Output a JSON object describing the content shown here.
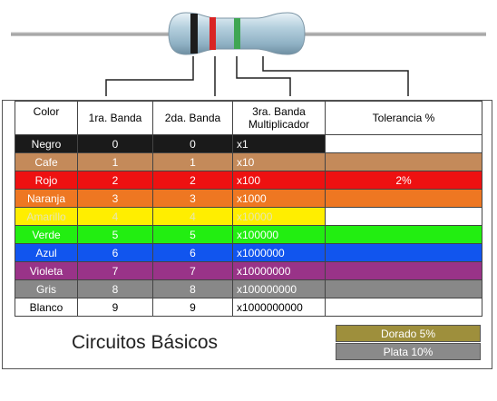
{
  "headers": {
    "color": "Color",
    "band1": "1ra. Banda",
    "band2": "2da. Banda",
    "band3_line1": "3ra. Banda",
    "band3_line2": "Multiplicador",
    "tolerance": "Tolerancia %"
  },
  "rows": [
    {
      "name": "Negro",
      "d1": "0",
      "d2": "0",
      "mult": "x1",
      "tol": "",
      "bg": "#1a1a1a",
      "fg": "#ffffff"
    },
    {
      "name": "Cafe",
      "d1": "1",
      "d2": "1",
      "mult": "x10",
      "tol": "",
      "bg": "#c48a5a",
      "fg": "#ffffff"
    },
    {
      "name": "Rojo",
      "d1": "2",
      "d2": "2",
      "mult": "x100",
      "tol": "2%",
      "bg": "#ee1111",
      "fg": "#ffffff"
    },
    {
      "name": "Naranja",
      "d1": "3",
      "d2": "3",
      "mult": "x1000",
      "tol": "",
      "bg": "#ee7722",
      "fg": "#ffffff"
    },
    {
      "name": "Amarillo",
      "d1": "4",
      "d2": "4",
      "mult": "x10000",
      "tol": "",
      "bg": "#ffee00",
      "fg": "#e6e6b0"
    },
    {
      "name": "Verde",
      "d1": "5",
      "d2": "5",
      "mult": "x100000",
      "tol": "",
      "bg": "#22ee11",
      "fg": "#ffffff"
    },
    {
      "name": "Azul",
      "d1": "6",
      "d2": "6",
      "mult": "x1000000",
      "tol": "",
      "bg": "#1155ee",
      "fg": "#ffffff"
    },
    {
      "name": "Violeta",
      "d1": "7",
      "d2": "7",
      "mult": "x10000000",
      "tol": "",
      "bg": "#993388",
      "fg": "#ffffff"
    },
    {
      "name": "Gris",
      "d1": "8",
      "d2": "8",
      "mult": "x100000000",
      "tol": "",
      "bg": "#888888",
      "fg": "#ffffff"
    },
    {
      "name": "Blanco",
      "d1": "9",
      "d2": "9",
      "mult": "x1000000000",
      "tol": "",
      "bg": "#ffffff",
      "fg": "#000000"
    }
  ],
  "extra_tolerance": [
    {
      "label": "Dorado  5%",
      "bg": "#9e8f3c"
    },
    {
      "label": "Plata  10%",
      "bg": "#8a8a8a"
    }
  ],
  "caption": "Circuitos Básicos",
  "resistor": {
    "body_color": "#a9c6d6",
    "band_colors": [
      "#222222",
      "#dd2222",
      "#44aa55"
    ]
  }
}
